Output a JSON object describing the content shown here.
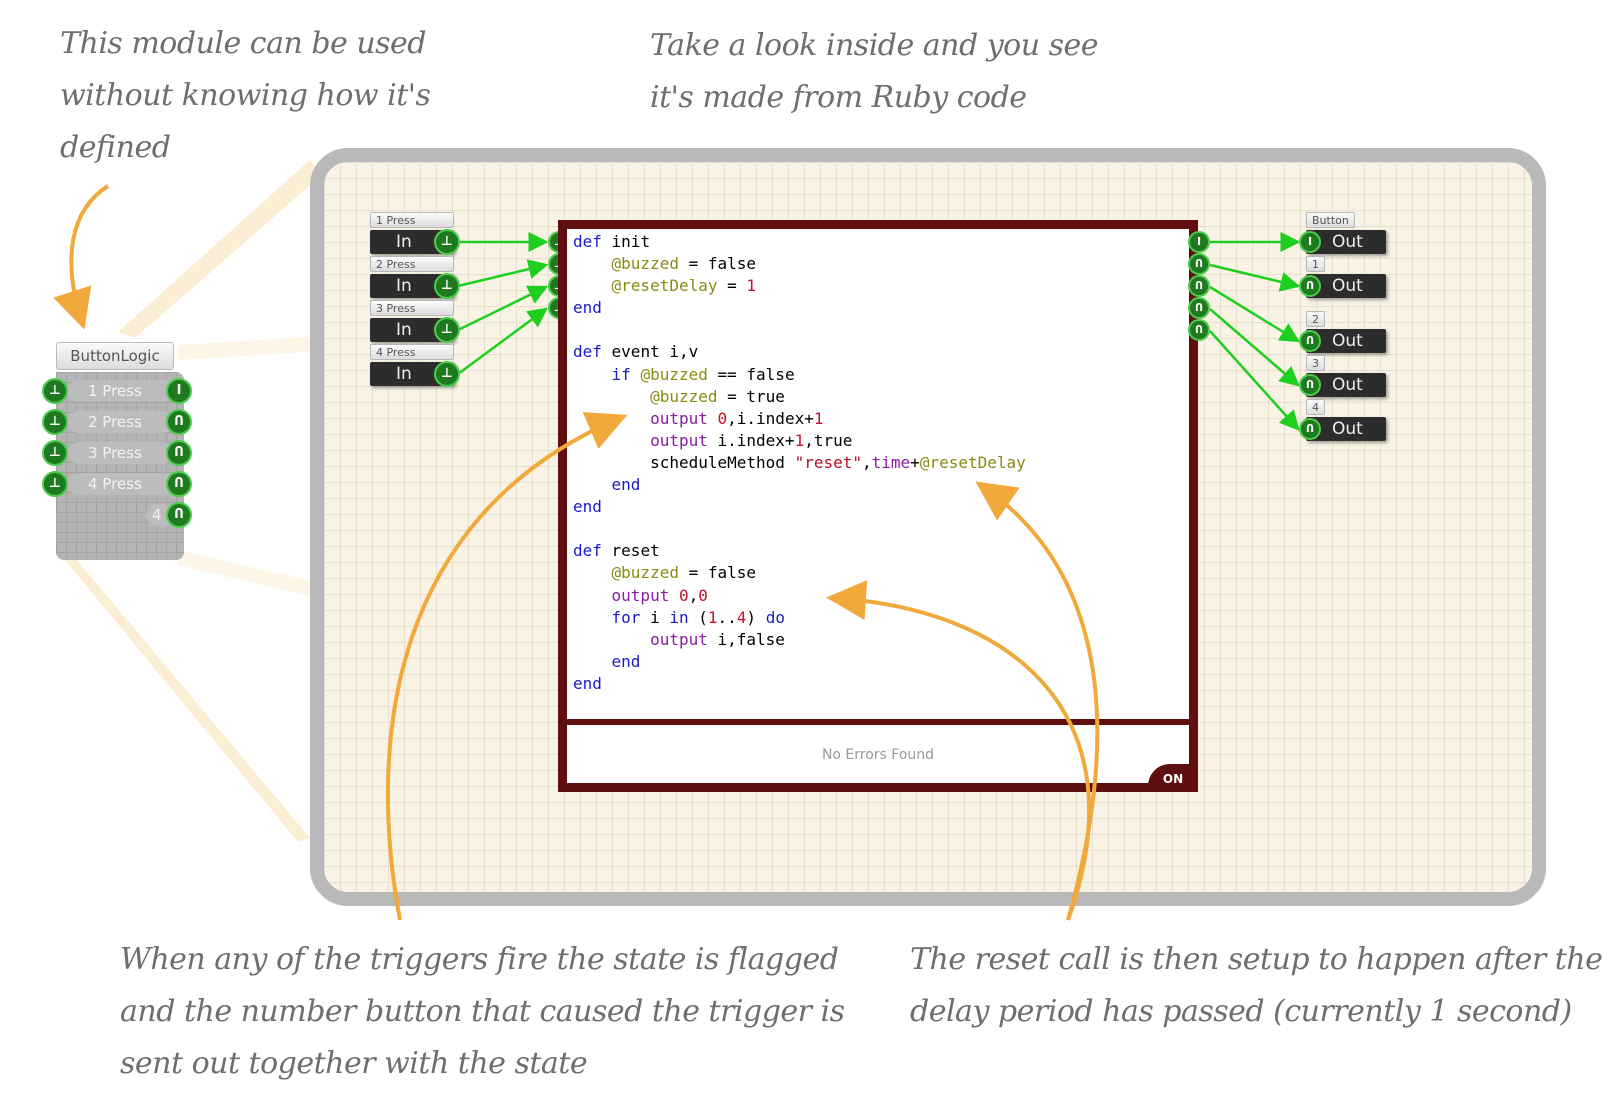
{
  "annotations": {
    "top_left": "This module can be used without knowing how it's defined",
    "top_center": "Take a look inside and you see it's made from Ruby code",
    "bottom_left": "When any of the triggers fire the state is flagged and the number button that caused the trigger is sent out together with the state",
    "bottom_right": "The reset call is then setup to happen after the delay period has passed (currently 1 second)"
  },
  "module": {
    "title": "ButtonLogic",
    "inputs": [
      "1 Press",
      "2 Press",
      "3 Press",
      "4 Press"
    ],
    "count_output": "4"
  },
  "inputs": [
    {
      "tag": "1 Press",
      "label": "In"
    },
    {
      "tag": "2 Press",
      "label": "In"
    },
    {
      "tag": "3 Press",
      "label": "In"
    },
    {
      "tag": "4 Press",
      "label": "In"
    }
  ],
  "outputs": [
    {
      "tag": "Button",
      "label": "Out"
    },
    {
      "tag": "1",
      "label": "Out"
    },
    {
      "tag": "2",
      "label": "Out"
    },
    {
      "tag": "3",
      "label": "Out"
    },
    {
      "tag": "4",
      "label": "Out"
    }
  ],
  "editor": {
    "status": "No Errors Found",
    "on_label": "ON"
  },
  "colors": {
    "annotation_arrow": "#f2a93b",
    "wire": "#1fcf1f",
    "editor_frame": "#5f0f0f",
    "port_fill": "#1f7a1f"
  }
}
